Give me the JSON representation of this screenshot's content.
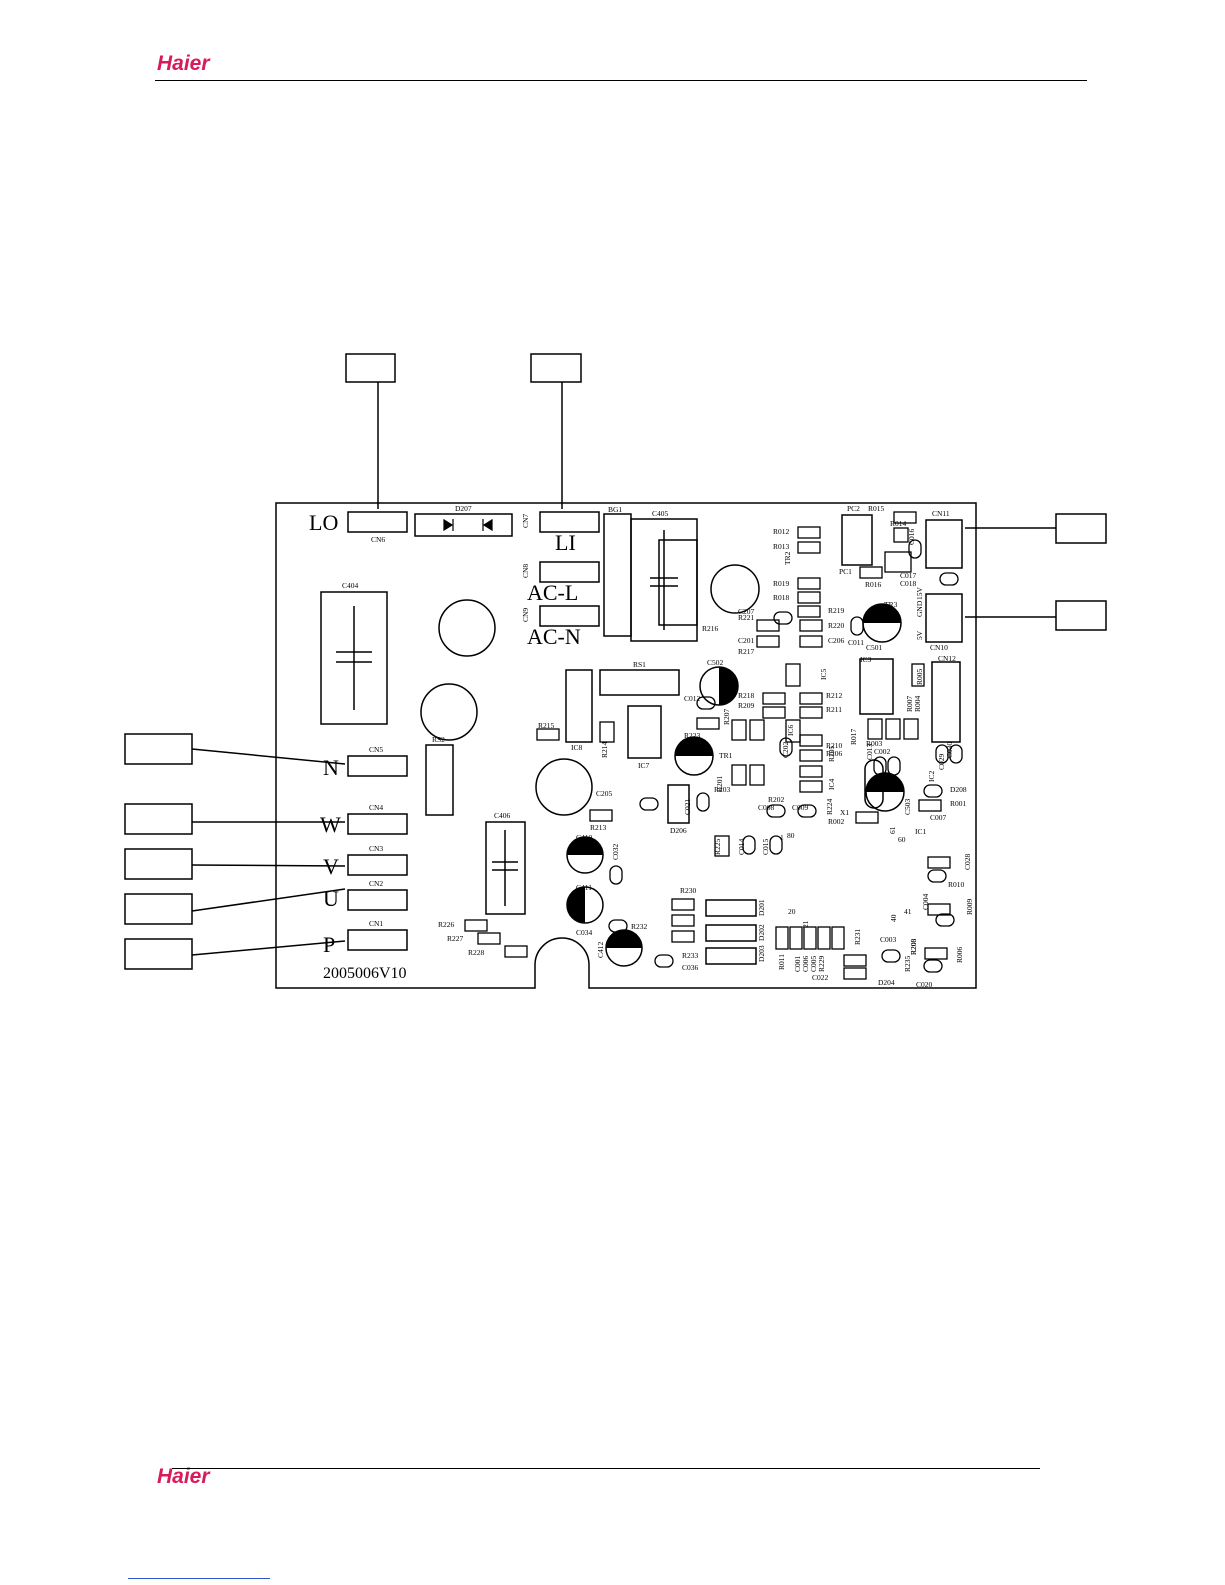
{
  "header": {
    "logo": "Haier"
  },
  "footer": {
    "logo": "Haier"
  },
  "board": {
    "part_number": "2005006V10",
    "big_labels": [
      {
        "id": "lo",
        "text": "LO"
      },
      {
        "id": "li",
        "text": "LI"
      },
      {
        "id": "acl",
        "text": "AC-L"
      },
      {
        "id": "acn",
        "text": "AC-N"
      },
      {
        "id": "n",
        "text": "N"
      },
      {
        "id": "w",
        "text": "W"
      },
      {
        "id": "v",
        "text": "V"
      },
      {
        "id": "u",
        "text": "U"
      },
      {
        "id": "p",
        "text": "P"
      }
    ],
    "component_labels": [
      "D207",
      "CN6",
      "CN7",
      "CN8",
      "CN9",
      "BG1",
      "C405",
      "C404",
      "PC2",
      "R015",
      "R014",
      "CN11",
      "C016",
      "R012",
      "R013",
      "TR2",
      "PC1",
      "R016",
      "C017",
      "C018",
      "R019",
      "R018",
      "R219",
      "R220",
      "R216",
      "C207",
      "R221",
      "C201",
      "C206",
      "R217",
      "C011",
      "TR3",
      "C501",
      "CN10",
      "5V",
      "GND",
      "15V",
      "RS1",
      "C502",
      "IC5",
      "IC3",
      "CN12",
      "R005",
      "R218",
      "R212",
      "R209",
      "R211",
      "R208",
      "C012",
      "R223",
      "R215",
      "IC8",
      "R214",
      "IC7",
      "R207",
      "C413",
      "TR1",
      "R203",
      "IC6",
      "R210",
      "R206",
      "R201",
      "C202",
      "IC4",
      "R205",
      "R017",
      "R007",
      "R004",
      "R003",
      "C013",
      "C002",
      "C029",
      "C030",
      "IC2",
      "CN5",
      "RS2",
      "CN4",
      "CN3",
      "CN2",
      "CN1",
      "C406",
      "C205",
      "R213",
      "D206",
      "C021",
      "C008",
      "C009",
      "R202",
      "R224",
      "X1",
      "R002",
      "C503",
      "D208",
      "R001",
      "C007",
      "IC1",
      "61",
      "60",
      "C410",
      "C032",
      "C411",
      "C034",
      "R232",
      "C412",
      "C036",
      "R233",
      "R230",
      "D201",
      "D202",
      "D203",
      "R225",
      "C014",
      "C015",
      "1",
      "80",
      "C028",
      "R010",
      "C004",
      "R009",
      "20",
      "21",
      "R011",
      "C001",
      "C006",
      "C005",
      "R229",
      "R231",
      "40",
      "41",
      "C003",
      "R208",
      "R006",
      "R235",
      "D204",
      "C022",
      "C020",
      "R226",
      "R227",
      "R228"
    ]
  }
}
